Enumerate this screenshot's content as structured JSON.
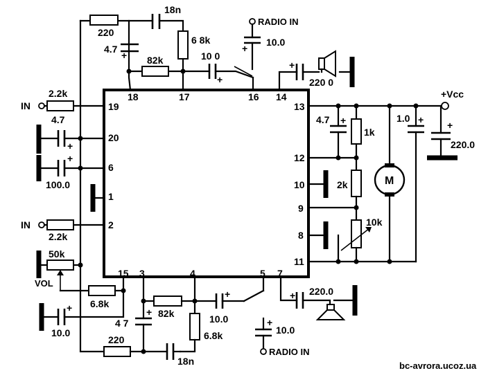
{
  "chip": {
    "pins_top": [
      "18",
      "17",
      "16",
      "14"
    ],
    "pins_left": [
      "19",
      "20",
      "6",
      "1",
      "2"
    ],
    "pins_right": [
      "13",
      "12",
      "10",
      "9",
      "8",
      "11"
    ],
    "pins_bottom": [
      "15",
      "3",
      "4",
      "5",
      "7"
    ]
  },
  "top": {
    "r1": "220",
    "c1": "18n",
    "c2": "4.7",
    "r2": "6 8k",
    "r3": "82k",
    "c3": "10 0",
    "radio_in": "RADIO IN",
    "c4": "10.0",
    "speaker_cap": "220 0"
  },
  "left": {
    "in1": "IN",
    "r_in1": "2.2k",
    "c_a": "4.7",
    "c_b": "100.0",
    "in2": "IN",
    "r_in2": "2.2k",
    "pot": "50k",
    "vol": "VOL",
    "r_68": "6.8k",
    "c_c": "10.0"
  },
  "right": {
    "vcc": "+Vcc",
    "c47": "4.7",
    "r1k": "1k",
    "c10": "1.0",
    "c220": "220.0",
    "r2k": "2k",
    "motor": "M",
    "pot10k": "10k"
  },
  "bottom": {
    "c47": "4 7",
    "r82k": "82k",
    "c10": "10.0",
    "r68k": "6.8k",
    "radio_in": "RADIO IN",
    "c_radio": "10.0",
    "r220": "220",
    "c18n": "18n",
    "speaker_cap": "220.0"
  },
  "watermark": "bc-avrora.ucoz.ua"
}
